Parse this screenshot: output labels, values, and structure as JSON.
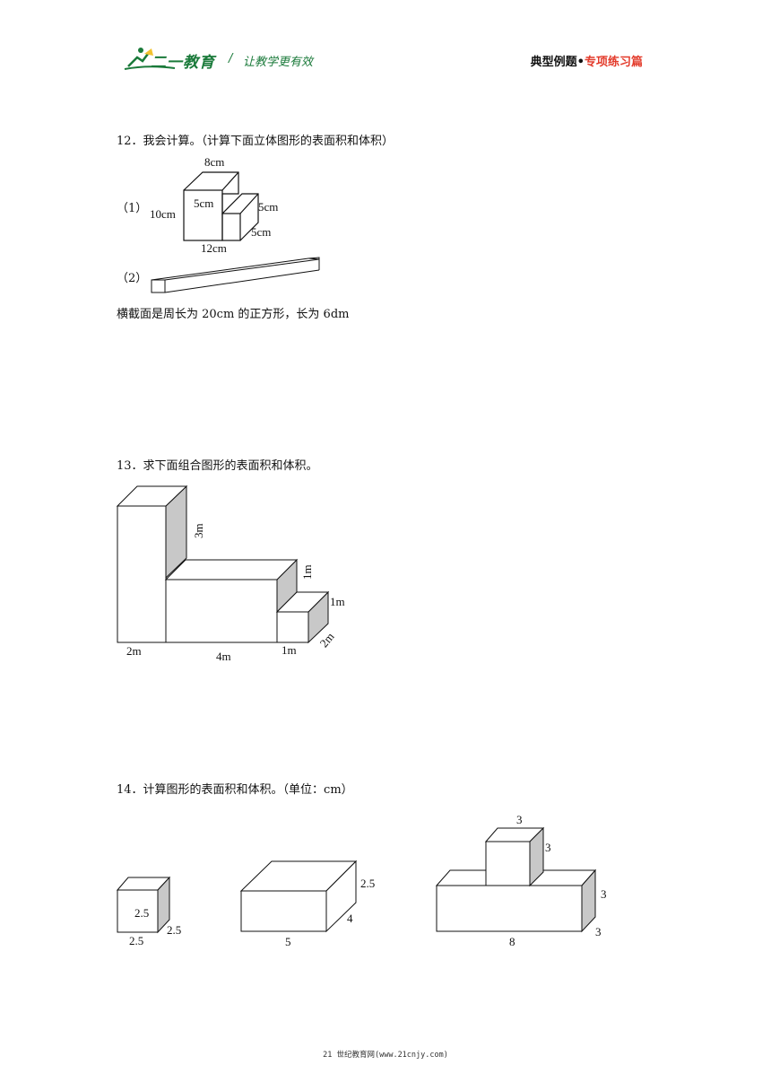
{
  "header": {
    "brand": "二一教育",
    "slash": "/",
    "slogan": "让教学更有效",
    "right_black": "典型例题•",
    "right_red": "专项练习篇"
  },
  "q12": {
    "title": "12．我会计算。（计算下面立体图形的表面积和体积）",
    "part1_label": "（1）",
    "part2_label": "（2）",
    "dims": {
      "top": "8cm",
      "left": "10cm",
      "inner": "5cm",
      "step_h": "5cm",
      "step_d": "5cm",
      "bottom": "12cm"
    },
    "note": "横截面是周长为 20cm 的正方形，长为 6dm"
  },
  "q13": {
    "title": "13．求下面组合图形的表面积和体积。",
    "dims": {
      "tall_h": "3m",
      "mid_h": "1m",
      "small_h": "1m",
      "depth": "2m",
      "w1": "2m",
      "w2": "4m",
      "w3": "1m"
    }
  },
  "q14": {
    "title": "14．计算图形的表面积和体积。（单位：cm）",
    "cube": {
      "front": "2.5",
      "bottom": "2.5",
      "depth": "2.5"
    },
    "cuboid": {
      "height": "2.5",
      "depth": "4",
      "width": "5"
    },
    "combo": {
      "top_w": "3",
      "top_h": "3",
      "base_h": "3",
      "base_d": "3",
      "base_w": "8"
    }
  },
  "footer": "21 世纪教育网(www.21cnjy.com)"
}
